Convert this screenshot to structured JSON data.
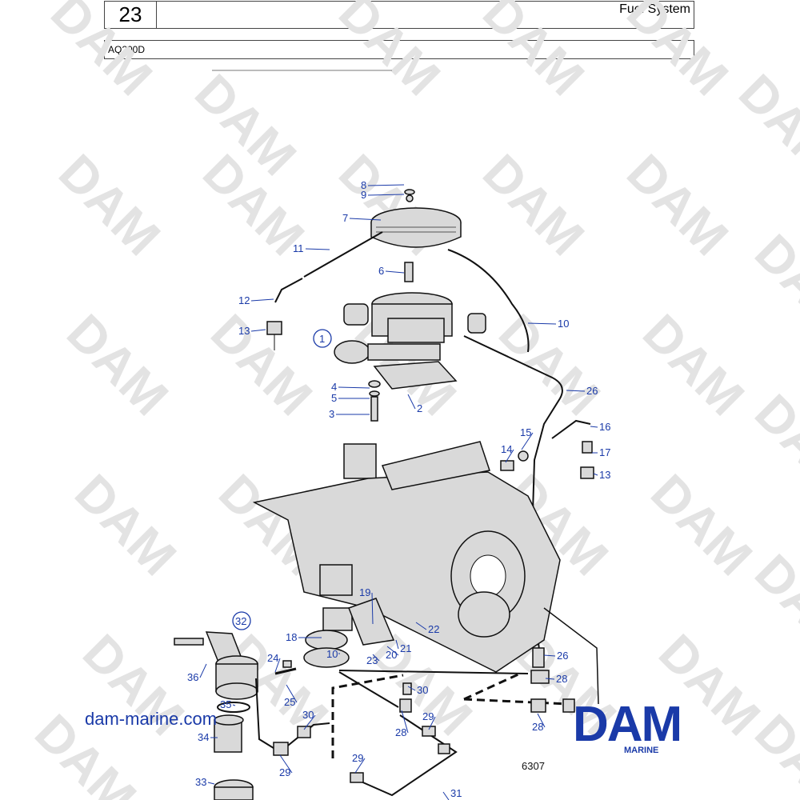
{
  "header": {
    "page_number": "23",
    "section_title": "Fuel System",
    "model": "AQ200D"
  },
  "watermark": "DAM",
  "callouts": [
    {
      "n": "8"
    },
    {
      "n": "9"
    },
    {
      "n": "7"
    },
    {
      "n": "11"
    },
    {
      "n": "6"
    },
    {
      "n": "12"
    },
    {
      "n": "13"
    },
    {
      "n": "10"
    },
    {
      "n": "1",
      "circled": true
    },
    {
      "n": "4"
    },
    {
      "n": "5"
    },
    {
      "n": "3"
    },
    {
      "n": "2"
    },
    {
      "n": "26"
    },
    {
      "n": "16"
    },
    {
      "n": "15"
    },
    {
      "n": "14"
    },
    {
      "n": "17"
    },
    {
      "n": "13"
    },
    {
      "n": "19"
    },
    {
      "n": "32",
      "circled": true
    },
    {
      "n": "22"
    },
    {
      "n": "18"
    },
    {
      "n": "10"
    },
    {
      "n": "21"
    },
    {
      "n": "20"
    },
    {
      "n": "23"
    },
    {
      "n": "26"
    },
    {
      "n": "24"
    },
    {
      "n": "28"
    },
    {
      "n": "36"
    },
    {
      "n": "25"
    },
    {
      "n": "30"
    },
    {
      "n": "35"
    },
    {
      "n": "30"
    },
    {
      "n": "29"
    },
    {
      "n": "28"
    },
    {
      "n": "34"
    },
    {
      "n": "29"
    },
    {
      "n": "28"
    },
    {
      "n": "29"
    },
    {
      "n": "33"
    },
    {
      "n": "31"
    }
  ],
  "footer": {
    "website": "dam-marine.com",
    "brand": "DAM",
    "brand_sub": "MARINE",
    "drawing_number": "6307"
  },
  "colors": {
    "label_blue": "#1a3aa8",
    "watermark_gray": "#e3e3e3"
  }
}
